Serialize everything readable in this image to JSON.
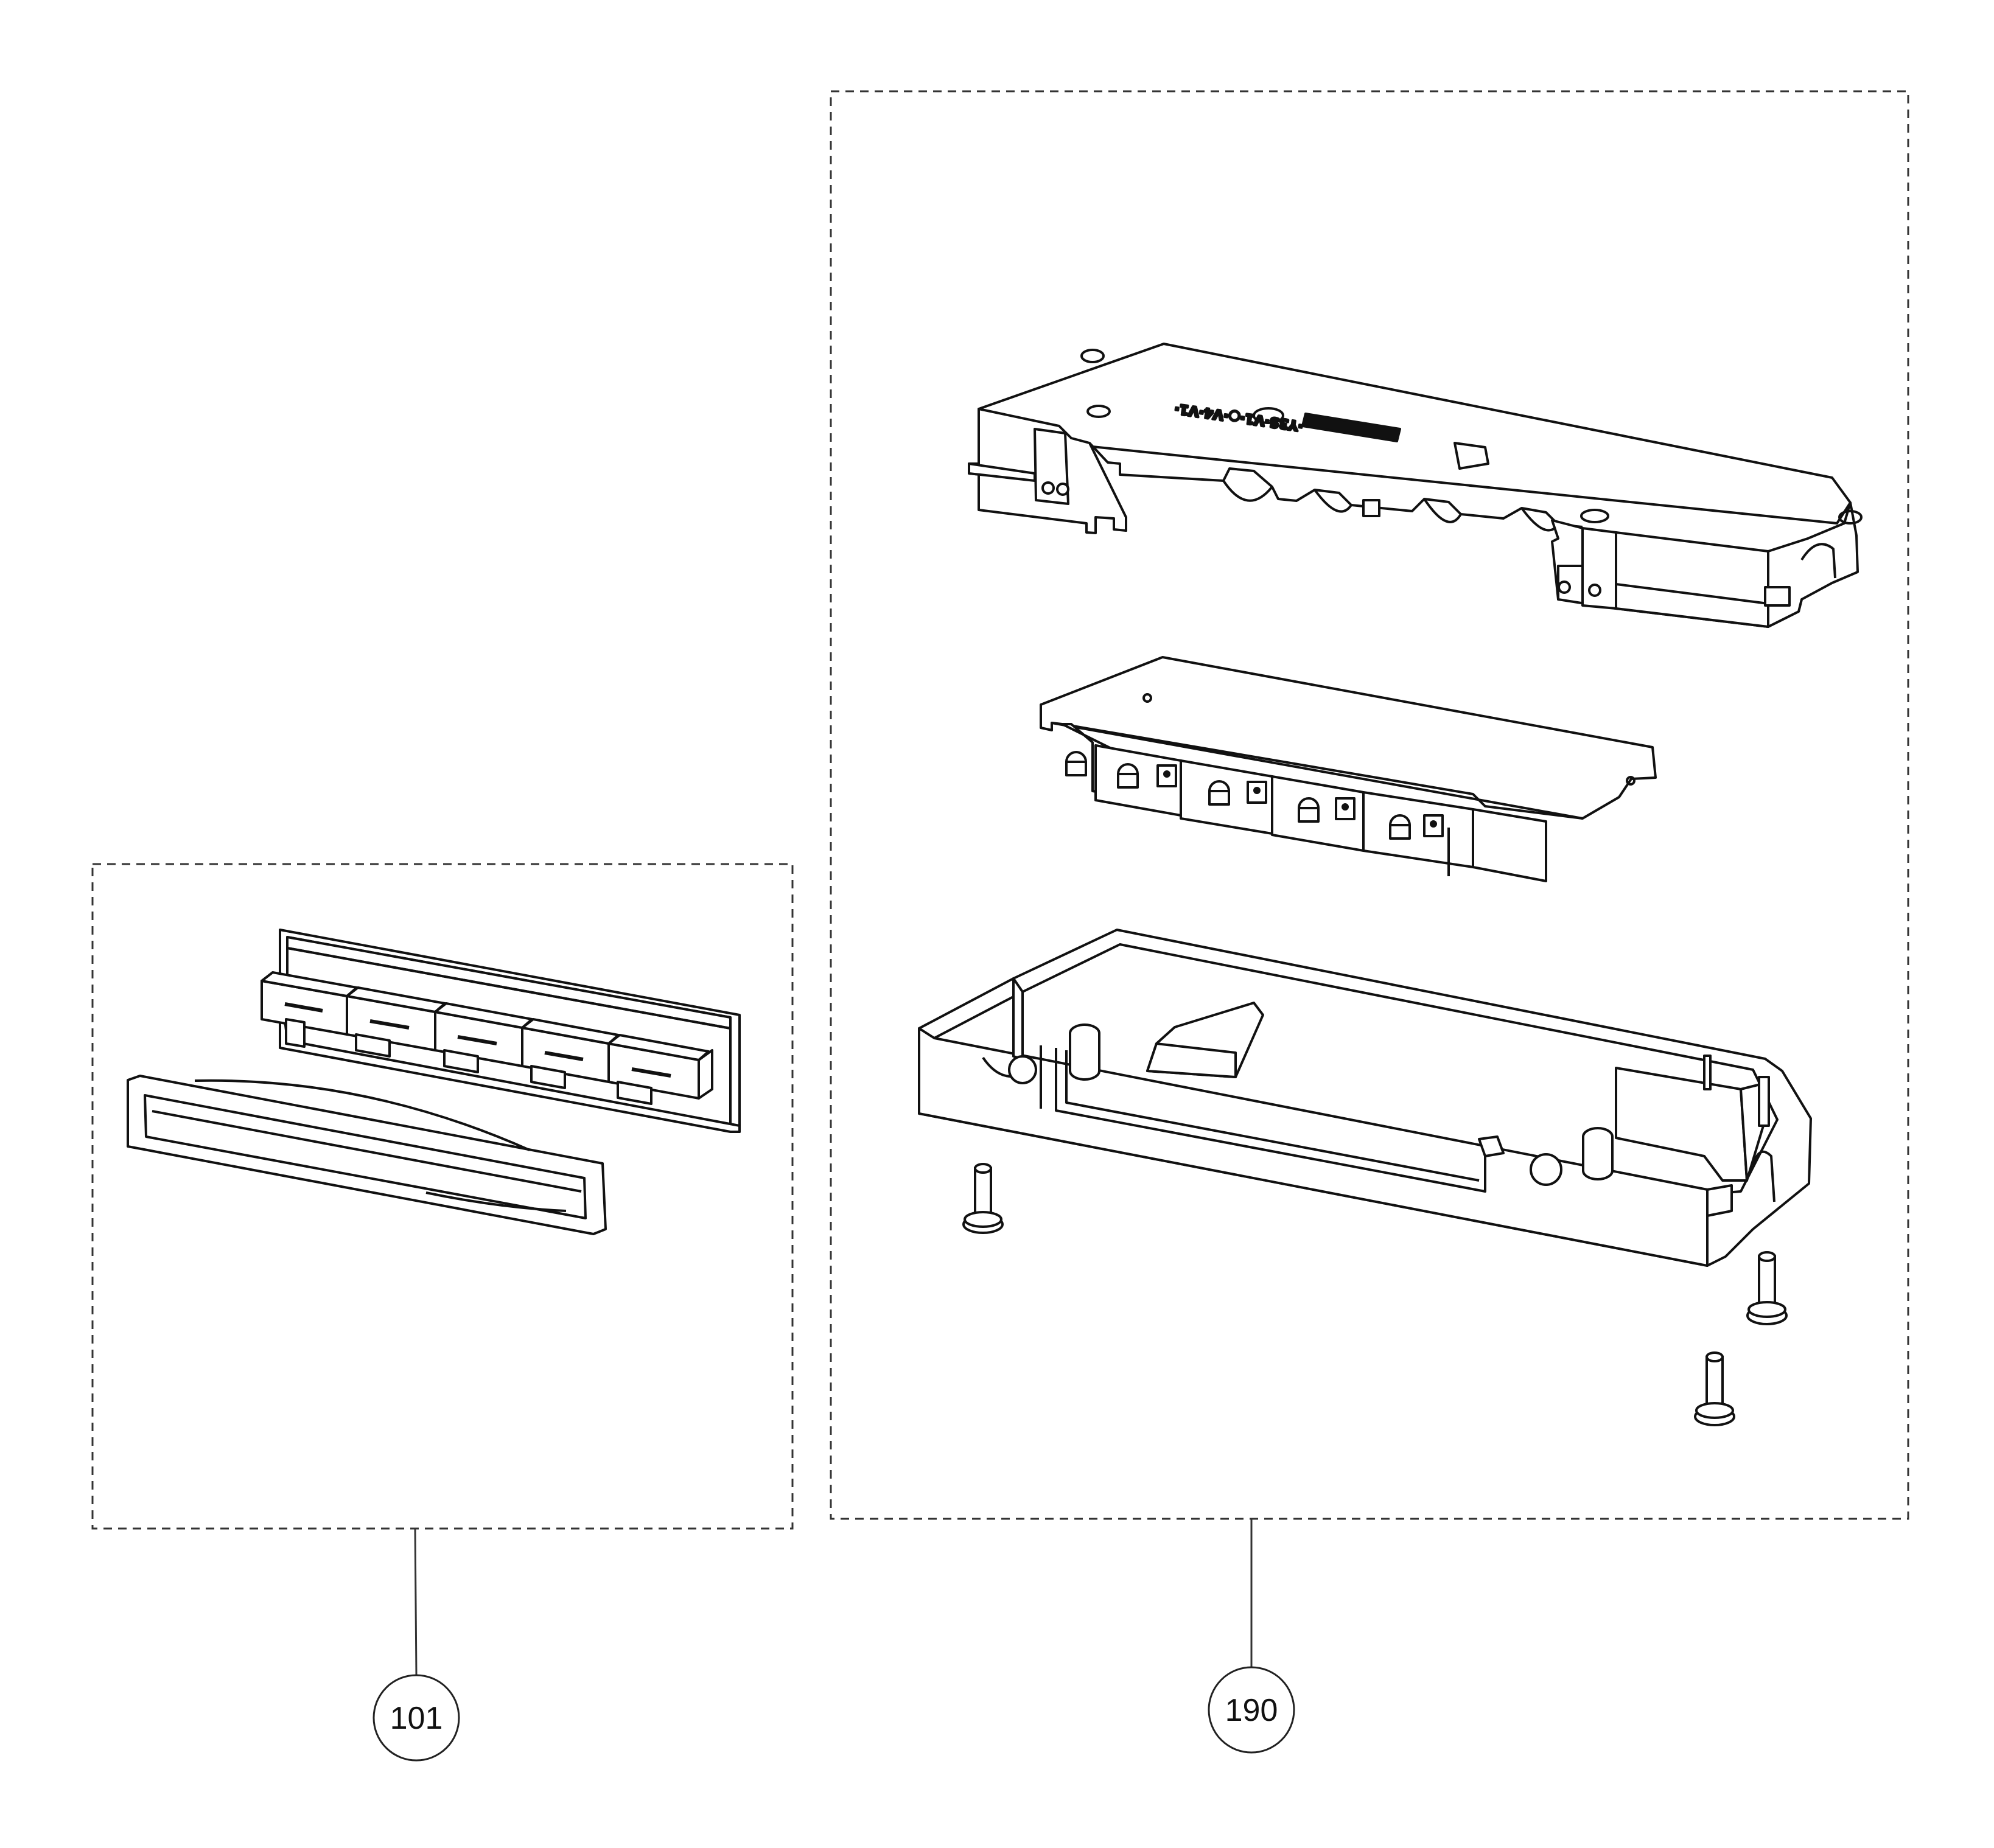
{
  "callouts": [
    {
      "id": "101",
      "label": "101"
    },
    {
      "id": "190",
      "label": "190"
    }
  ],
  "cover_markings": {
    "symbols": "·Y3S·V1·○·V4·V1·",
    "logo_box": ""
  },
  "colors": {
    "line": "#111111",
    "dash": "#333333",
    "fill": "#ffffff",
    "shade": "#e6e6e6"
  }
}
